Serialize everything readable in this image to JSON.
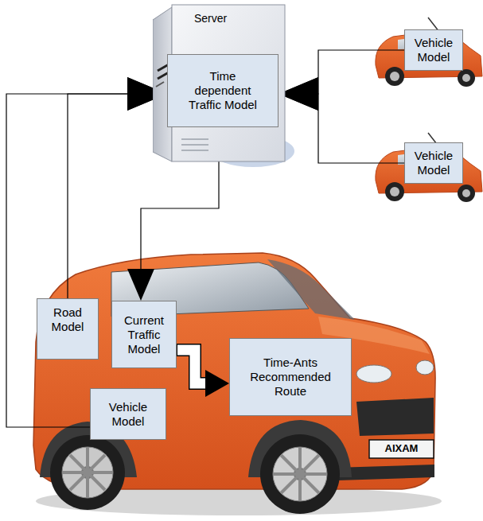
{
  "diagram": {
    "nodes": [
      {
        "text": [
          "Server"
        ]
      },
      {
        "text": [
          "Time dependent Traffic Model"
        ],
        "in": 0
      },
      {
        "text": [
          "Vehicle Model"
        ]
      },
      {
        "text": [
          "Vehicle Model"
        ]
      },
      {
        "text": [
          "Road Model"
        ]
      },
      {
        "text": [
          "Current Traffic Model"
        ]
      },
      {
        "text": [
          "Time-Ants Recommended Route"
        ]
      },
      {
        "text": [
          "Vehicle Model"
        ]
      }
    ],
    "edges": [
      {
        "from": 4,
        "to": 1,
        "arrow": "to"
      },
      {
        "from": 7,
        "to": 1,
        "arrow": "to"
      },
      {
        "from": 2,
        "to": 1,
        "arrow": "to"
      },
      {
        "from": 3,
        "to": 1,
        "arrow": "to"
      },
      {
        "from": 1,
        "to": 5,
        "arrow": "to"
      },
      {
        "from": 5,
        "to": 6,
        "arrow": "to"
      }
    ],
    "labels": [
      "AIXAM"
    ]
  }
}
